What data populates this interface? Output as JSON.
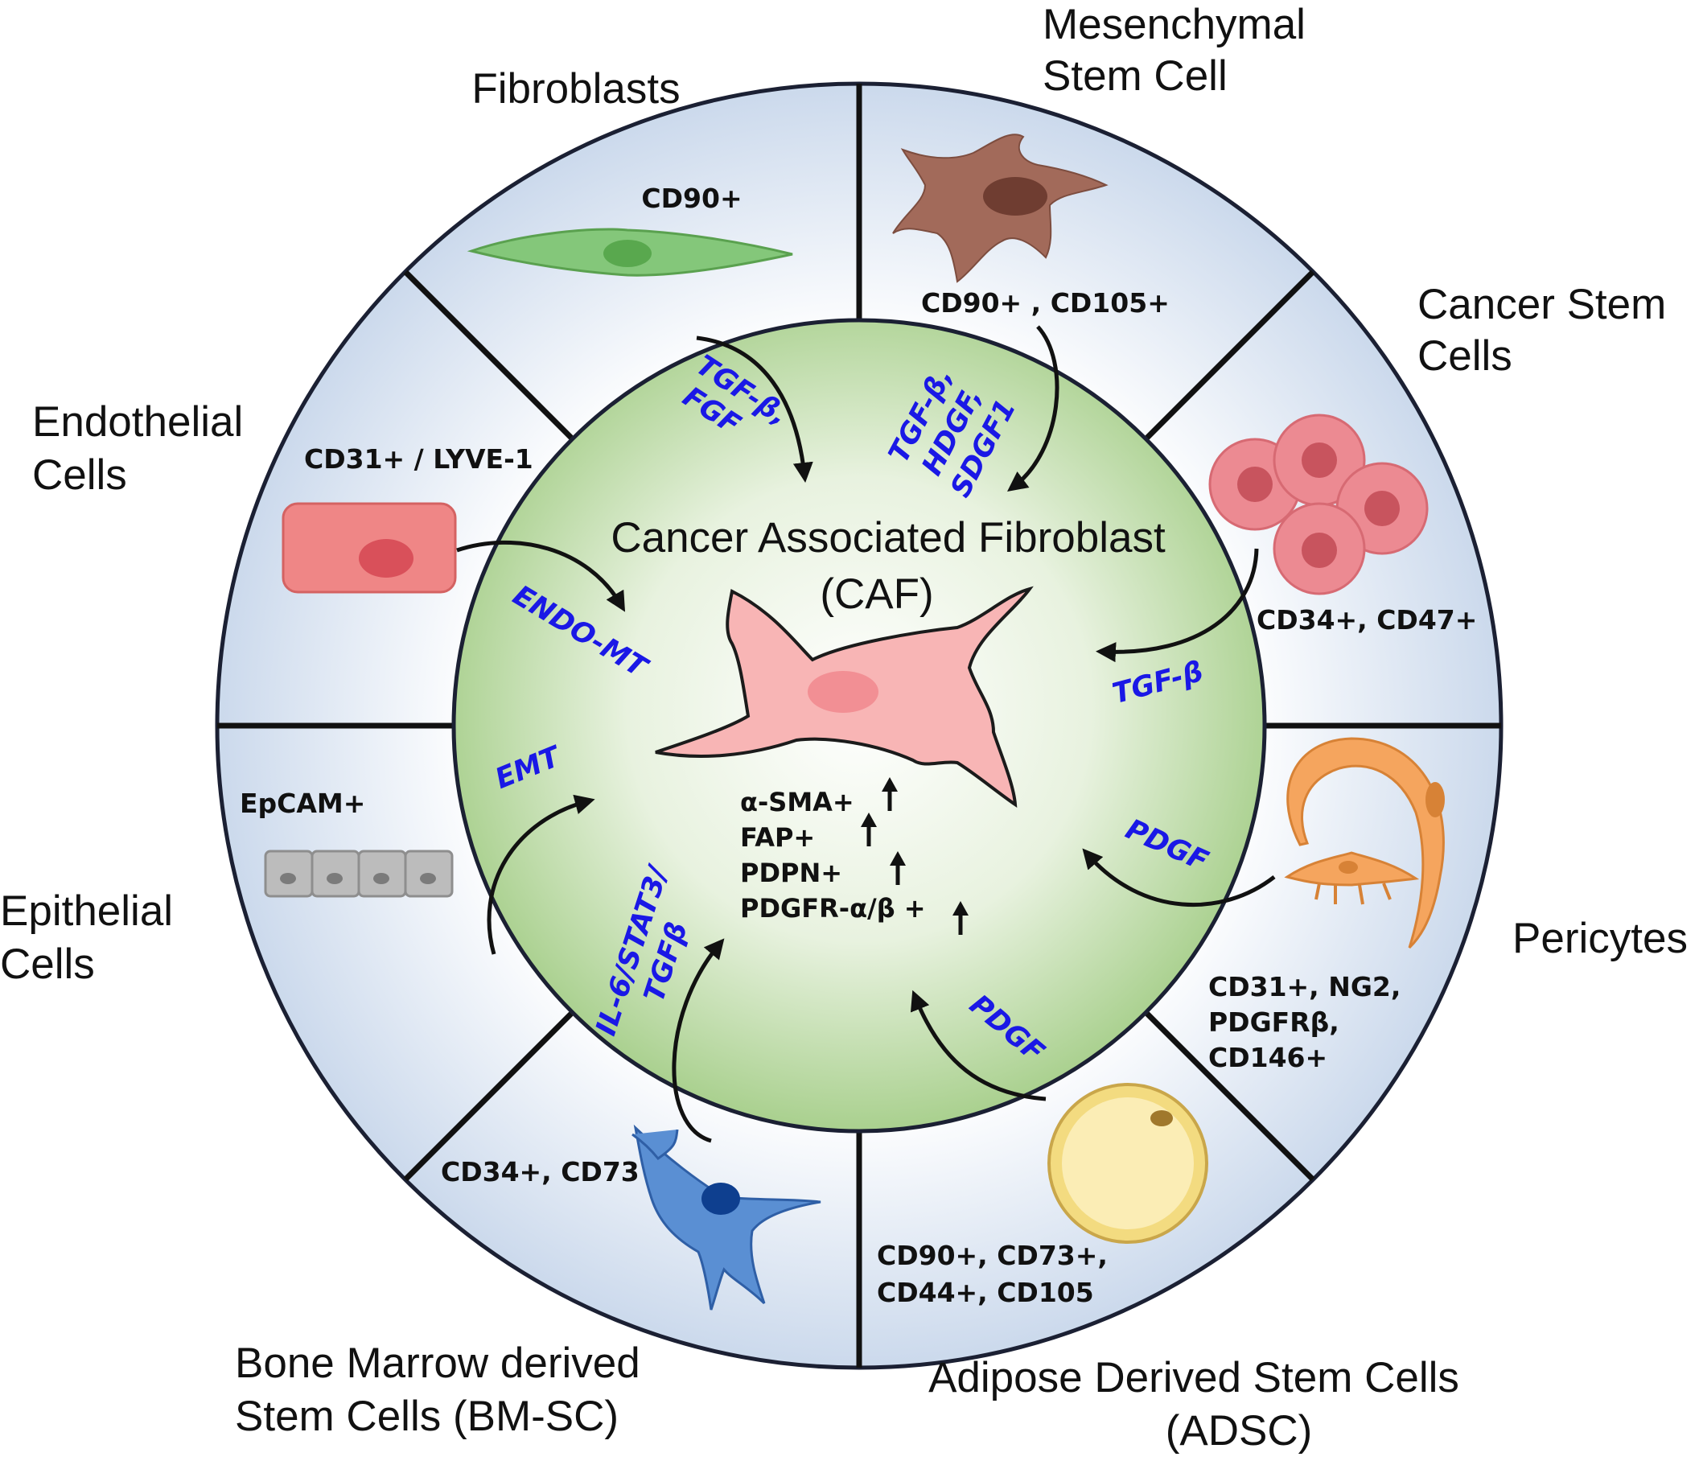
{
  "center": {
    "title": "Cancer Associated Fibroblast",
    "abbr": "(CAF)",
    "upregulated_markers": [
      "α-SMA+",
      "FAP+",
      "PDPN+",
      "PDGFR-α/β +"
    ]
  },
  "sources": [
    {
      "name": "Fibroblasts",
      "markers": [
        "CD90+"
      ],
      "factor": [
        "TGF-β,",
        "FGF"
      ],
      "icon": "spindle-fibroblast-icon"
    },
    {
      "name": [
        "Mesenchymal",
        "Stem Cell"
      ],
      "markers": [
        "CD90+ , CD105+"
      ],
      "factor": [
        "TGF-β,",
        "HDGF,",
        "SDGF1"
      ],
      "icon": "mesenchymal-stem-cell-icon"
    },
    {
      "name": [
        "Cancer Stem",
        "Cells"
      ],
      "markers": [
        "CD34+, CD47+"
      ],
      "factor": [
        "TGF-β"
      ],
      "icon": "cancer-stem-cell-cluster-icon"
    },
    {
      "name": "Pericytes",
      "markers": [
        "CD31+, NG2,",
        "PDGFRβ,",
        "CD146+"
      ],
      "factor": [
        "PDGF"
      ],
      "icon": "pericyte-icon"
    },
    {
      "name": [
        "Adipose Derived Stem Cells",
        "(ADSC)"
      ],
      "markers": [
        "CD90+, CD73+,",
        "CD44+, CD105"
      ],
      "factor": [
        "PDGF"
      ],
      "icon": "adipocyte-icon"
    },
    {
      "name": [
        "Bone Marrow derived",
        "Stem Cells (BM-SC)"
      ],
      "markers": [
        "CD34+, CD73"
      ],
      "factor": [
        "IL-6/STAT3/",
        "TGFβ"
      ],
      "icon": "bone-marrow-stem-cell-icon"
    },
    {
      "name": [
        "Epithelial",
        "Cells"
      ],
      "markers": [
        "EpCAM+"
      ],
      "factor": [
        "EMT"
      ],
      "icon": "epithelial-cells-icon"
    },
    {
      "name": [
        "Endothelial",
        "Cells"
      ],
      "markers": [
        "CD31+ / LYVE-1"
      ],
      "factor": [
        "ENDO-MT"
      ],
      "icon": "endothelial-cell-icon"
    }
  ],
  "colors": {
    "factor_text": "#1a18e6",
    "inner_circle": "#c5dfb1",
    "outer_ring": "#dfe8f4",
    "caf_cell": "#f8b5b5",
    "fibroblast": "#84c77a",
    "mesenchymal": "#a26a5a",
    "cancer_stem": "#ec8a92",
    "pericyte": "#f5a55e",
    "adipocyte": "#f3db80",
    "bm_stem_cell": "#5a8fd3",
    "epithelial": "#bcbcbc",
    "endothelial": "#ef8686"
  }
}
